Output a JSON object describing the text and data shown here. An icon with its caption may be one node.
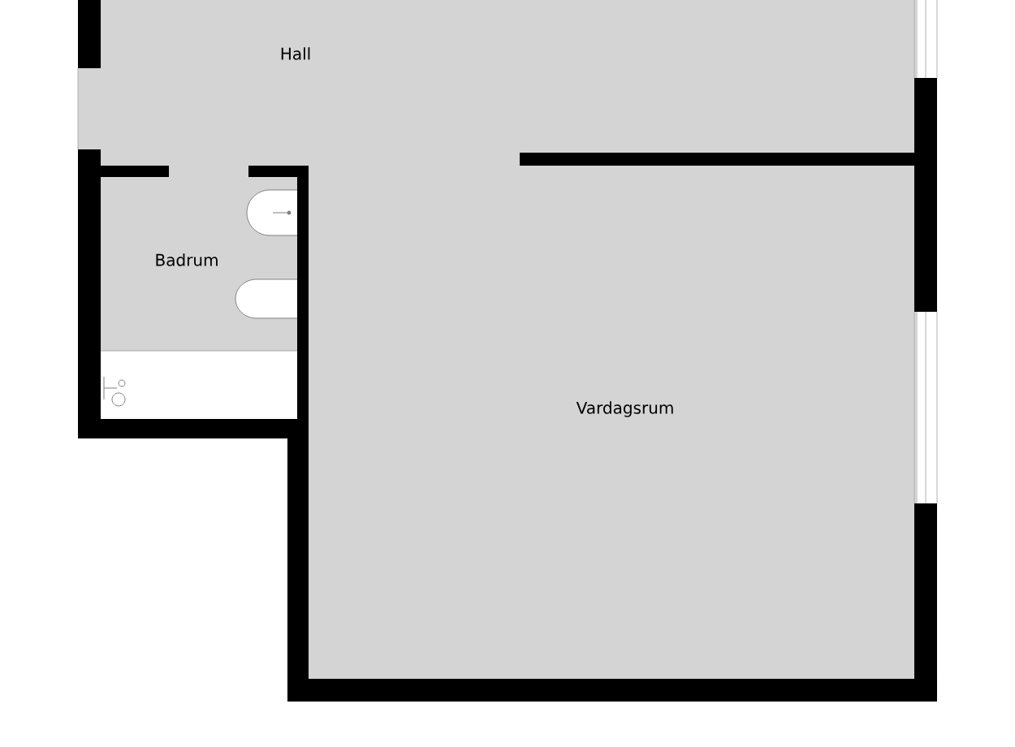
{
  "diagram": {
    "labels": [
      "Hall",
      "Badrum",
      "Vardagsrum"
    ]
  }
}
